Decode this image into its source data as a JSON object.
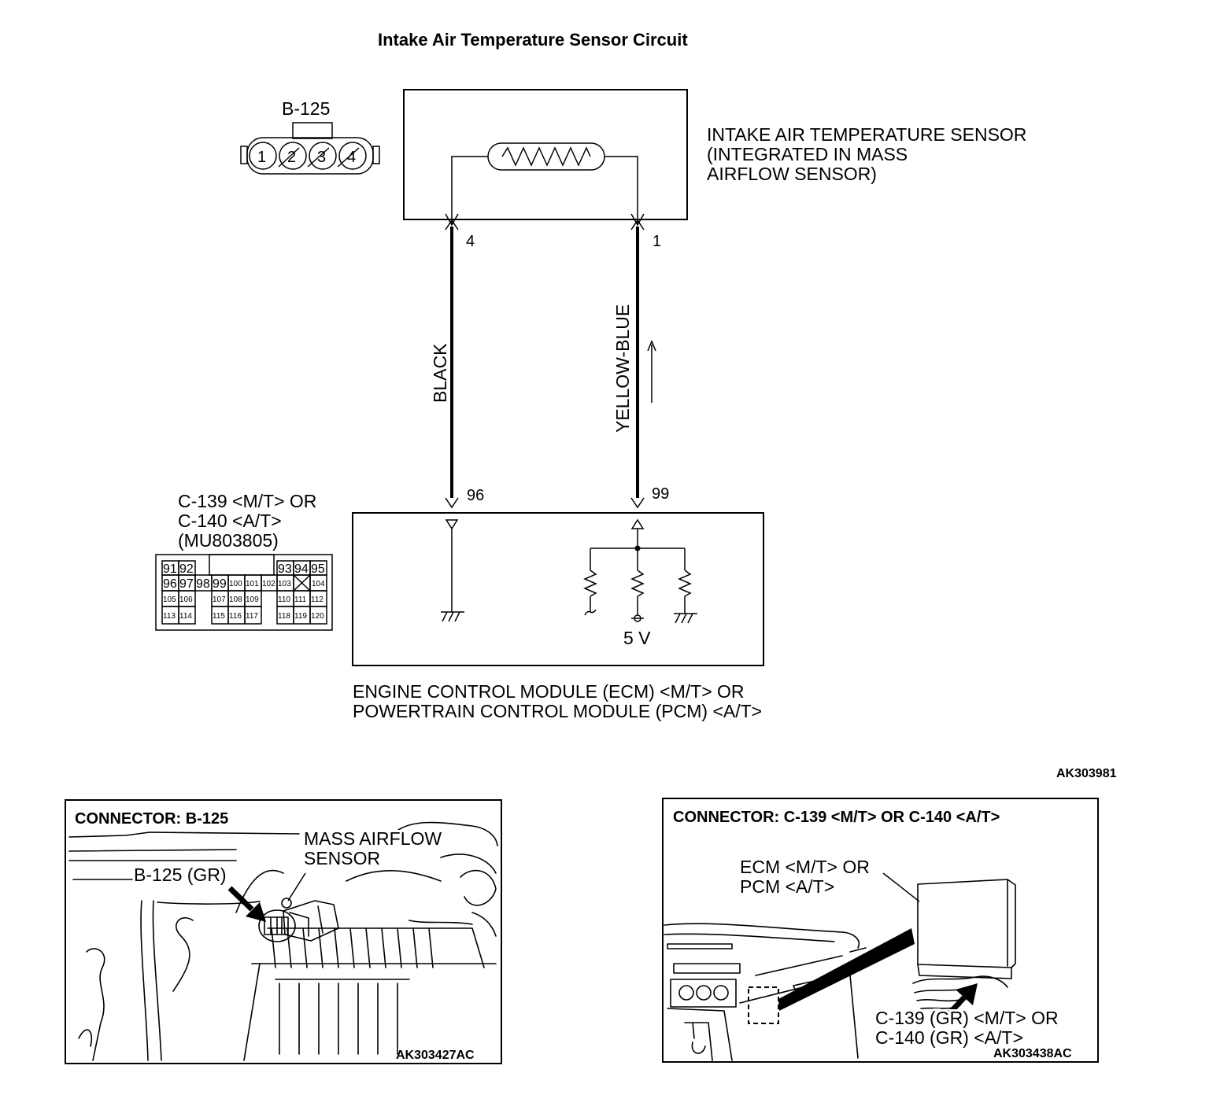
{
  "title": "Intake Air Temperature Sensor Circuit",
  "sensor_connector": {
    "label": "B-125",
    "pins": [
      "1",
      "2",
      "3",
      "4"
    ]
  },
  "sensor": {
    "lines": [
      "INTAKE AIR TEMPERATURE SENSOR",
      "(INTEGRATED IN MASS",
      "AIRFLOW SENSOR)"
    ]
  },
  "wires": {
    "left": {
      "top_pin": "4",
      "color": "BLACK",
      "bottom_pin": "96"
    },
    "right": {
      "top_pin": "1",
      "color": "YELLOW-BLUE",
      "bottom_pin": "99"
    }
  },
  "ecm_connector": {
    "lines": [
      "C-139 <M/T> OR",
      "C-140 <A/T>",
      "(MU803805)"
    ],
    "rows": [
      [
        "91",
        "92",
        "93",
        "94",
        "95"
      ],
      [
        "96",
        "97",
        "98",
        "99",
        "100",
        "101",
        "102",
        "103",
        "104"
      ],
      [
        "105",
        "106",
        "107",
        "108",
        "109",
        "110",
        "111",
        "112"
      ],
      [
        "113",
        "114",
        "115",
        "116",
        "117",
        "118",
        "119",
        "120"
      ]
    ]
  },
  "ecm": {
    "voltage": "5 V",
    "lines": [
      "ENGINE CONTROL MODULE (ECM) <M/T> OR",
      "POWERTRAIN CONTROL MODULE (PCM) <A/T>"
    ]
  },
  "diagram_code": "AK303981",
  "panel_left": {
    "heading": "CONNECTOR: B-125",
    "callout_sensor": [
      "MASS AIRFLOW",
      "SENSOR"
    ],
    "callout_connector": "B-125 (GR)",
    "code": "AK303427AC"
  },
  "panel_right": {
    "heading": "CONNECTOR: C-139 <M/T> OR C-140 <A/T>",
    "callout_module": [
      "ECM <M/T> OR",
      "PCM <A/T>"
    ],
    "callout_connector": [
      "C-139 (GR) <M/T> OR",
      "C-140 (GR) <A/T>"
    ],
    "code": "AK303438AC"
  }
}
